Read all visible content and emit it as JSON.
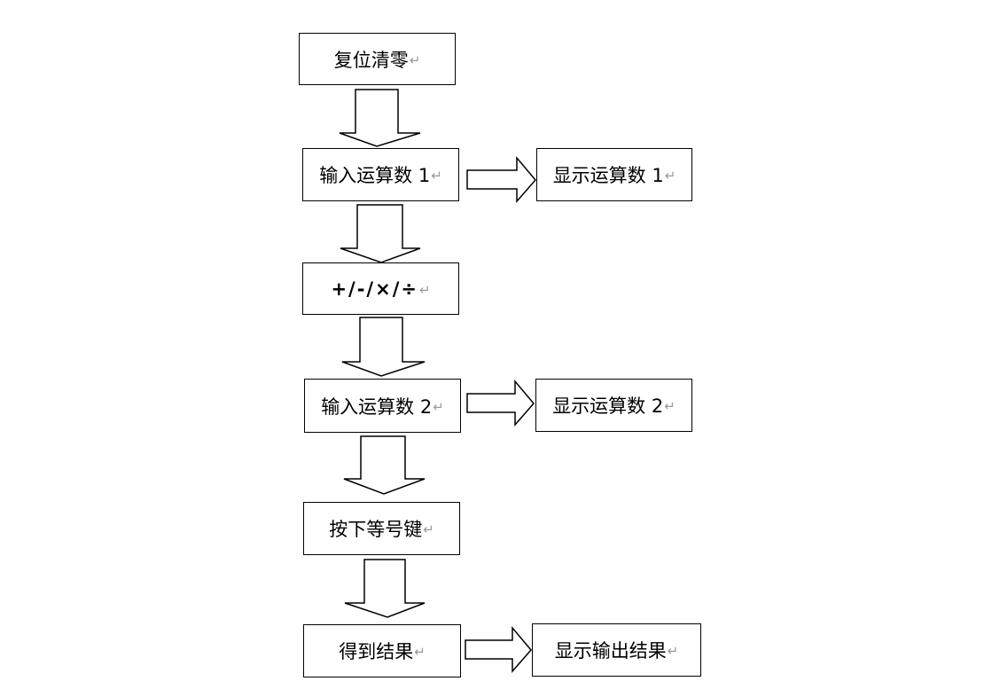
{
  "return_mark": "↵",
  "nodes": {
    "reset": "复位清零",
    "input1": "输入运算数 1",
    "display1": "显示运算数 1",
    "operator": "+/-/×/÷",
    "input2": "输入运算数 2",
    "display2": "显示运算数 2",
    "equals": "按下等号键",
    "result": "得到结果",
    "display_result": "显示输出结果"
  }
}
